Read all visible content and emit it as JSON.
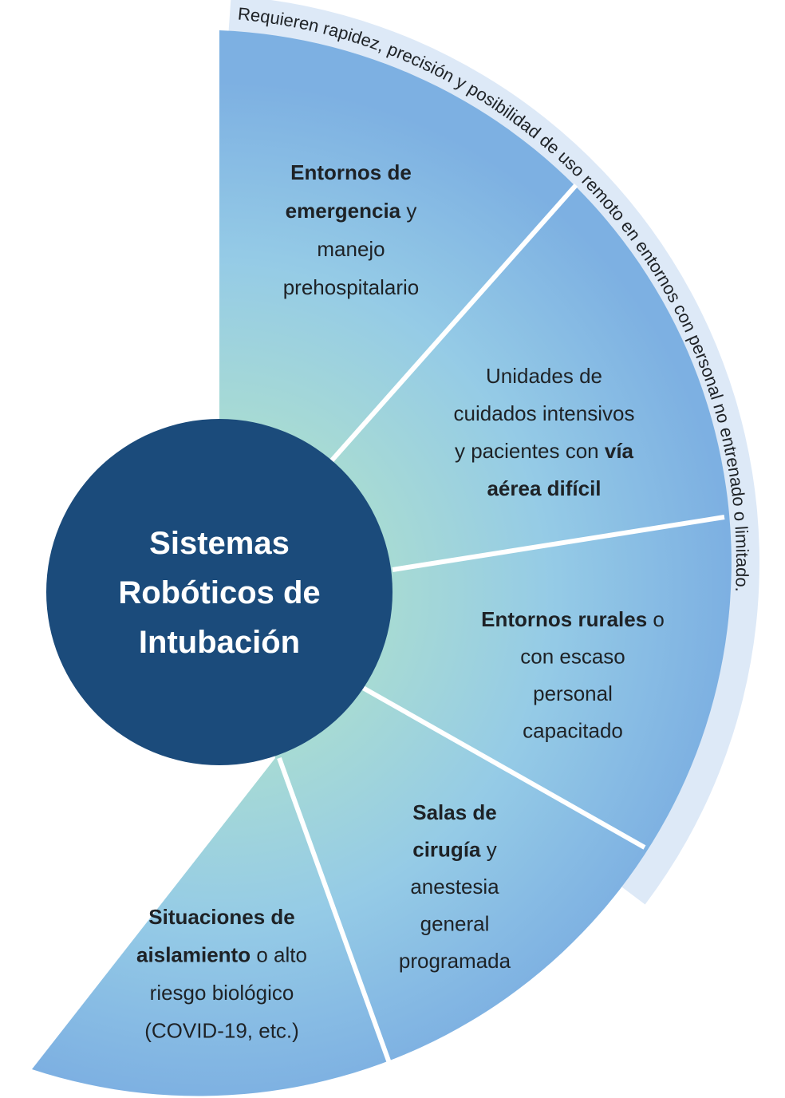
{
  "colors": {
    "center_circle": "#1b4b7b",
    "segment_outer": "#7db0e2",
    "segment_inner": "#a9dcd2",
    "band": "#dde9f7",
    "divider": "#ffffff"
  },
  "band_text": "Requieren rapidez, precisión y posibilidad de uso remoto en entornos con personal no entrenado o limitado.",
  "center": {
    "lines": [
      "Sistemas",
      "Robóticos de",
      "Intubación"
    ]
  },
  "segments": [
    {
      "name": "emergency",
      "lines": [
        [
          {
            "text": "Entornos de",
            "bold": true
          }
        ],
        [
          {
            "text": "emergencia",
            "bold": true
          },
          {
            "text": " y",
            "bold": false
          }
        ],
        [
          {
            "text": "manejo",
            "bold": false
          }
        ],
        [
          {
            "text": "prehospitalario",
            "bold": false
          }
        ]
      ]
    },
    {
      "name": "icu",
      "lines": [
        [
          {
            "text": "Unidades de",
            "bold": false
          }
        ],
        [
          {
            "text": "cuidados intensivos",
            "bold": false
          }
        ],
        [
          {
            "text": "y pacientes con ",
            "bold": false
          },
          {
            "text": "vía",
            "bold": true
          }
        ],
        [
          {
            "text": "aérea difícil",
            "bold": true
          }
        ]
      ]
    },
    {
      "name": "rural",
      "lines": [
        [
          {
            "text": "Entornos rurales",
            "bold": true
          },
          {
            "text": " o",
            "bold": false
          }
        ],
        [
          {
            "text": "con escaso",
            "bold": false
          }
        ],
        [
          {
            "text": "personal",
            "bold": false
          }
        ],
        [
          {
            "text": "capacitado",
            "bold": false
          }
        ]
      ]
    },
    {
      "name": "surgery",
      "lines": [
        [
          {
            "text": "Salas de",
            "bold": true
          }
        ],
        [
          {
            "text": "cirugía",
            "bold": true
          },
          {
            "text": " y",
            "bold": false
          }
        ],
        [
          {
            "text": "anestesia",
            "bold": false
          }
        ],
        [
          {
            "text": "general",
            "bold": false
          }
        ],
        [
          {
            "text": "programada",
            "bold": false
          }
        ]
      ]
    },
    {
      "name": "isolation",
      "lines": [
        [
          {
            "text": "Situaciones de",
            "bold": true
          }
        ],
        [
          {
            "text": "aislamiento",
            "bold": true
          },
          {
            "text": " o alto",
            "bold": false
          }
        ],
        [
          {
            "text": "riesgo biológico",
            "bold": false
          }
        ],
        [
          {
            "text": "(COVID-19, etc.)",
            "bold": false
          }
        ]
      ]
    }
  ]
}
